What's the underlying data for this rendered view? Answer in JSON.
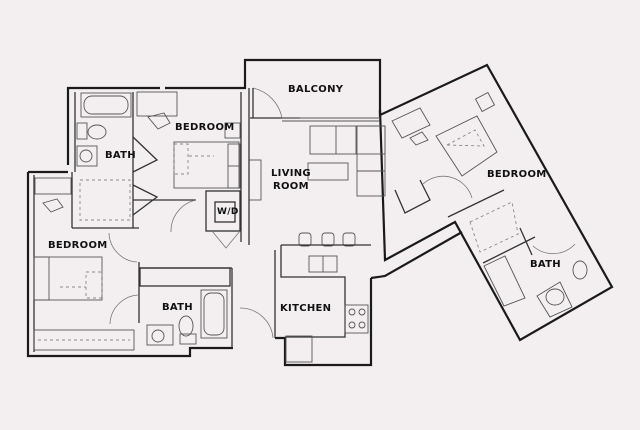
{
  "floorplan": {
    "background": "#f3eff0",
    "wall_color": "#1a1a1a",
    "rooms": [
      {
        "id": "balcony",
        "label": "BALCONY"
      },
      {
        "id": "bedroom_top",
        "label": "BEDROOM"
      },
      {
        "id": "bath_top",
        "label": "BATH"
      },
      {
        "id": "living",
        "label_line1": "LIVING",
        "label_line2": "ROOM"
      },
      {
        "id": "washer_dryer",
        "label": "W/D"
      },
      {
        "id": "bedroom_left",
        "label": "BEDROOM"
      },
      {
        "id": "bath_left",
        "label": "BATH"
      },
      {
        "id": "kitchen",
        "label": "KITCHEN"
      },
      {
        "id": "bedroom_right",
        "label": "BEDROOM"
      },
      {
        "id": "bath_right",
        "label": "BATH"
      }
    ],
    "fixtures": [
      "bathtub",
      "toilet",
      "sink",
      "bed",
      "desk",
      "chair",
      "sofa",
      "coffee-table",
      "tv-stand",
      "bar-stools",
      "kitchen-sink",
      "stove",
      "fridge",
      "closet"
    ]
  }
}
